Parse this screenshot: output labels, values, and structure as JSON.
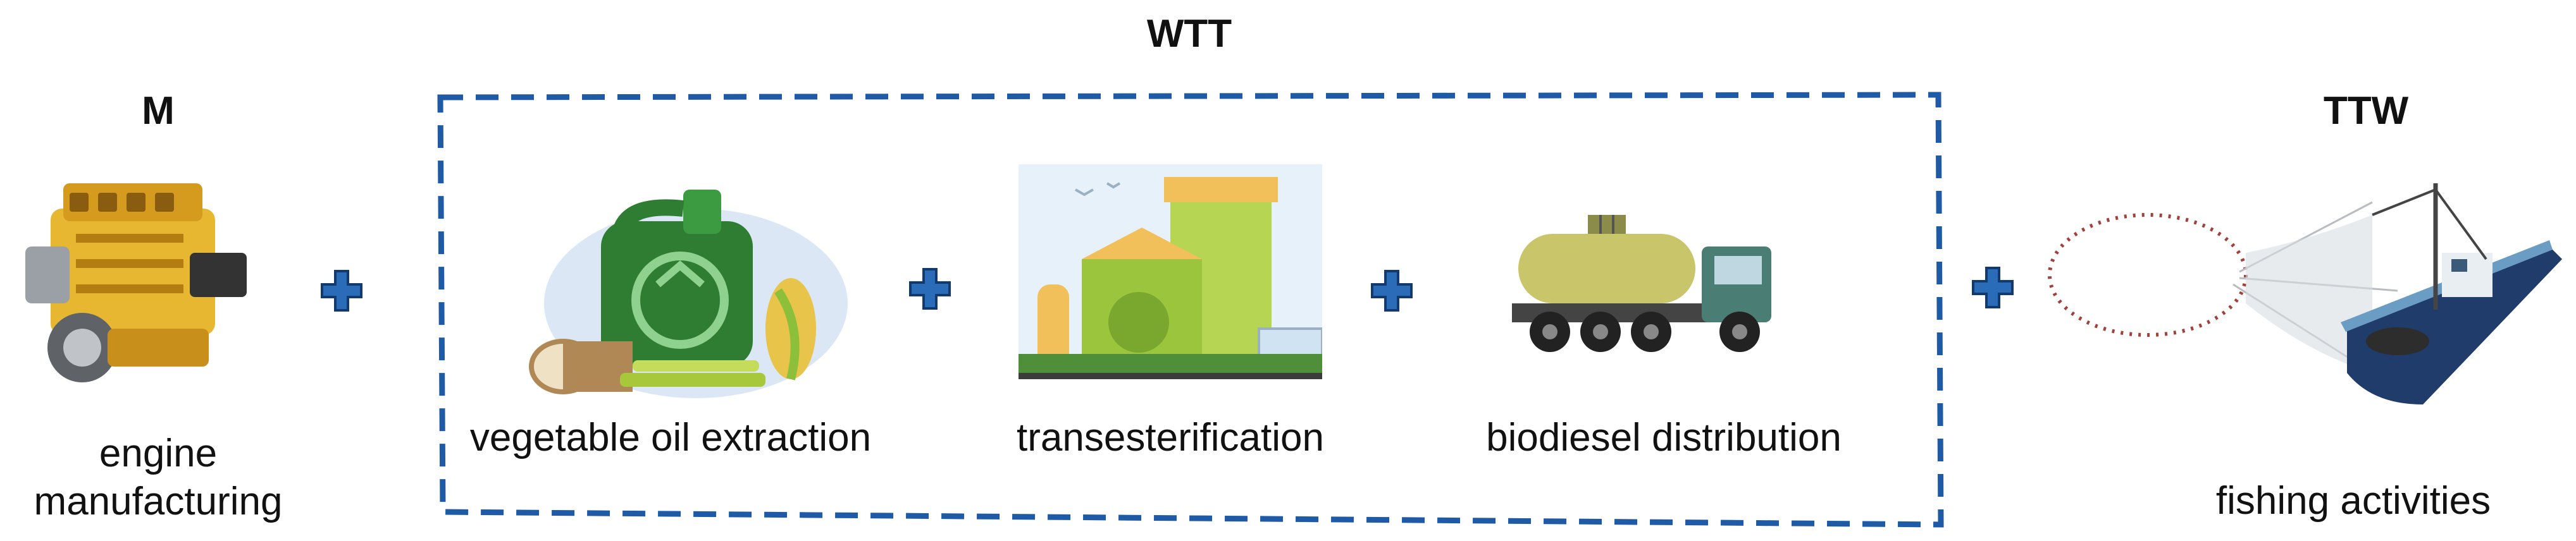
{
  "headings": {
    "m": "M",
    "wtt": "WTT",
    "ttw": "TTW"
  },
  "labels": {
    "engine_line1": "engine",
    "engine_line2": "manufacturing",
    "oil_extraction": "vegetable oil extraction",
    "transesterification": "transesterification",
    "distribution": "biodiesel distribution",
    "fishing": "fishing activities"
  },
  "icons": {
    "engine": "engine-icon",
    "oil": "vegetable-oil-canister-icon",
    "plant": "eco-refinery-icon",
    "truck": "tanker-truck-icon",
    "boat": "fishing-boat-icon",
    "plus": "plus-icon"
  },
  "colors": {
    "plus": "#2a6cb8",
    "wtt_border": "#1f5aa6",
    "engine": "#e8b731",
    "canister": "#2f7d32",
    "plant": "#9bc53d",
    "truck_tank": "#c9c56a",
    "boat": "#1f3c6b"
  }
}
